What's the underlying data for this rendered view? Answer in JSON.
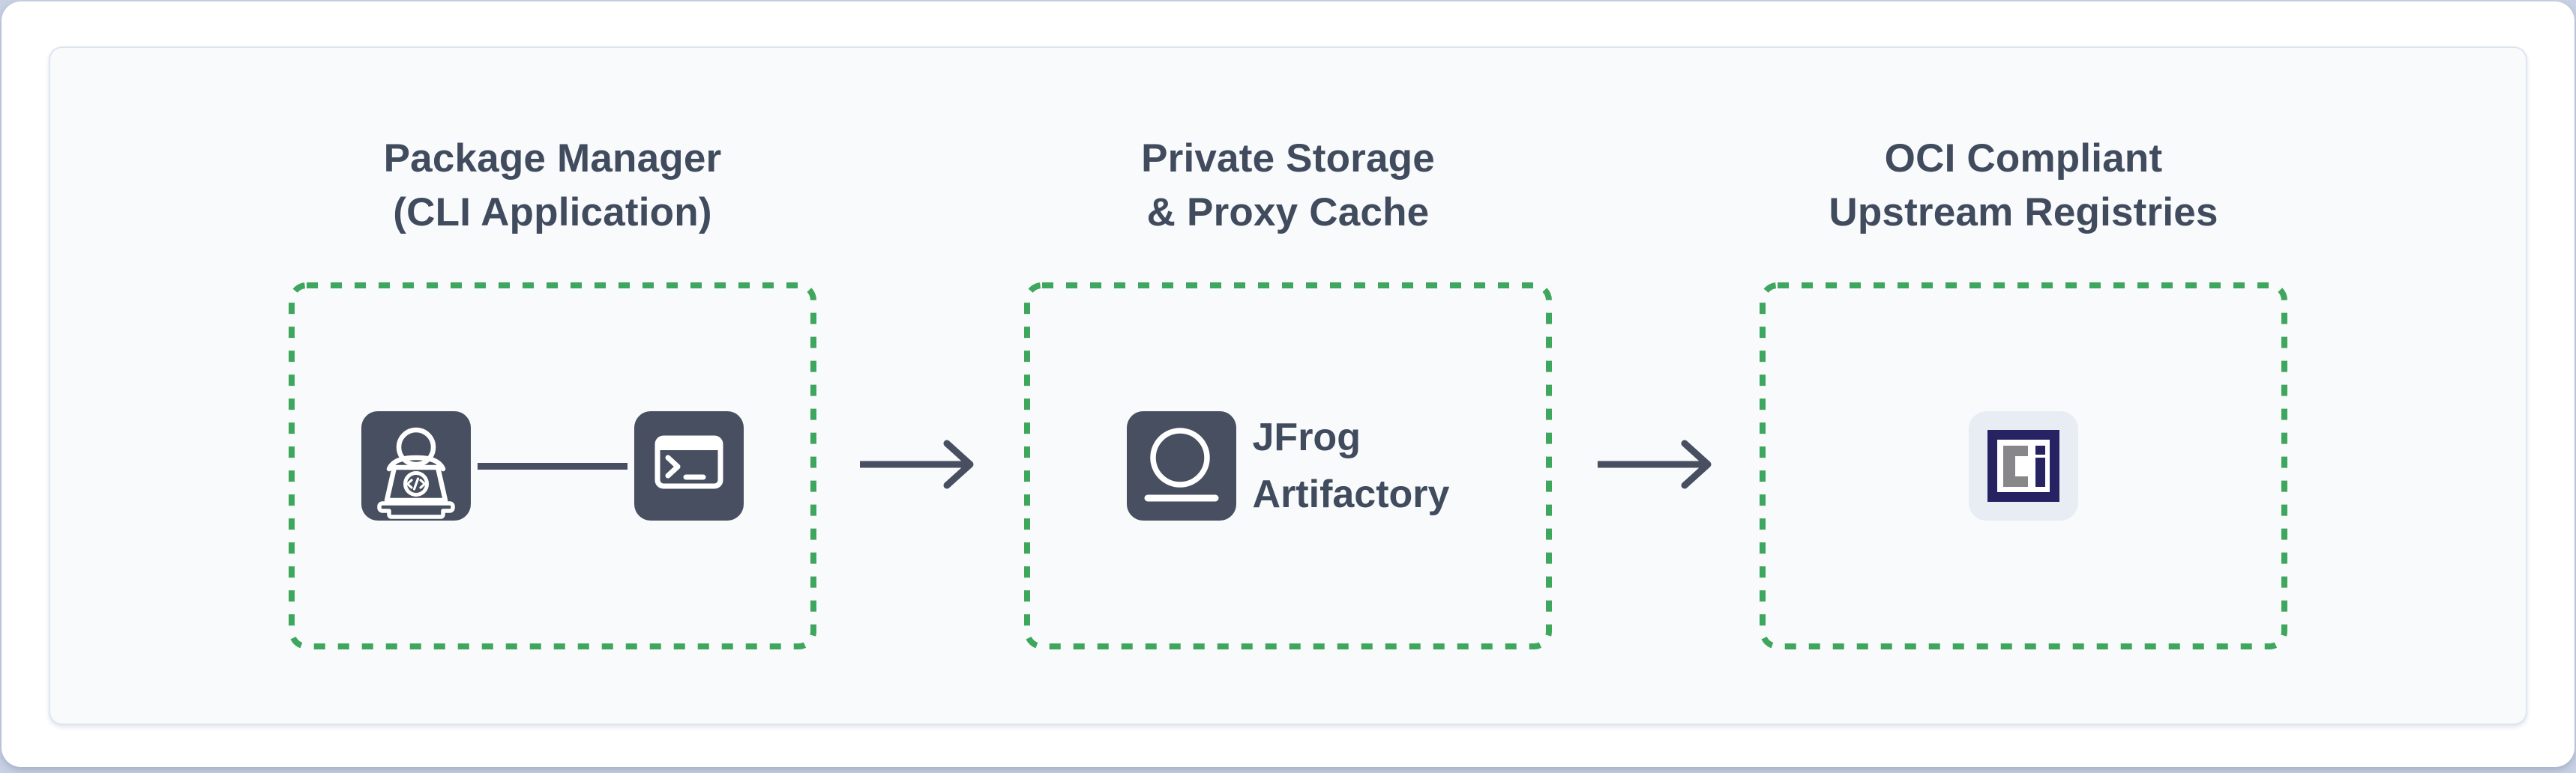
{
  "colors": {
    "page_bg": "#c9d2e4",
    "card_bg": "#ffffff",
    "panel_bg": "#f8fafc",
    "panel_border": "#dde5f1",
    "dashed_border_green": "#3ea65d",
    "icon_slate": "#474f60",
    "title_text": "#414b5e",
    "arrow_color": "#474f60",
    "oci_navy": "#272363",
    "oci_gray": "#87878b",
    "oci_tile_bg": "#e8ecf3"
  },
  "diagram": {
    "groups": [
      {
        "id": "package-manager",
        "title_line1": "Package Manager",
        "title_line2": "(CLI Application)",
        "icons": [
          "developer-laptop-icon",
          "terminal-icon"
        ]
      },
      {
        "id": "private-storage",
        "title_line1": "Private Storage",
        "title_line2": "& Proxy Cache",
        "label_line1": "JFrog",
        "label_line2": "Artifactory",
        "icons": [
          "jfrog-artifactory-icon"
        ]
      },
      {
        "id": "upstream-registries",
        "title_line1": "OCI Compliant",
        "title_line2": "Upstream Registries",
        "icons": [
          "oci-registry-icon"
        ]
      }
    ],
    "connectors": [
      {
        "name": "arrow-package-manager-to-artifactory",
        "type": "arrow-right"
      },
      {
        "name": "arrow-artifactory-to-registries",
        "type": "arrow-right"
      }
    ]
  }
}
